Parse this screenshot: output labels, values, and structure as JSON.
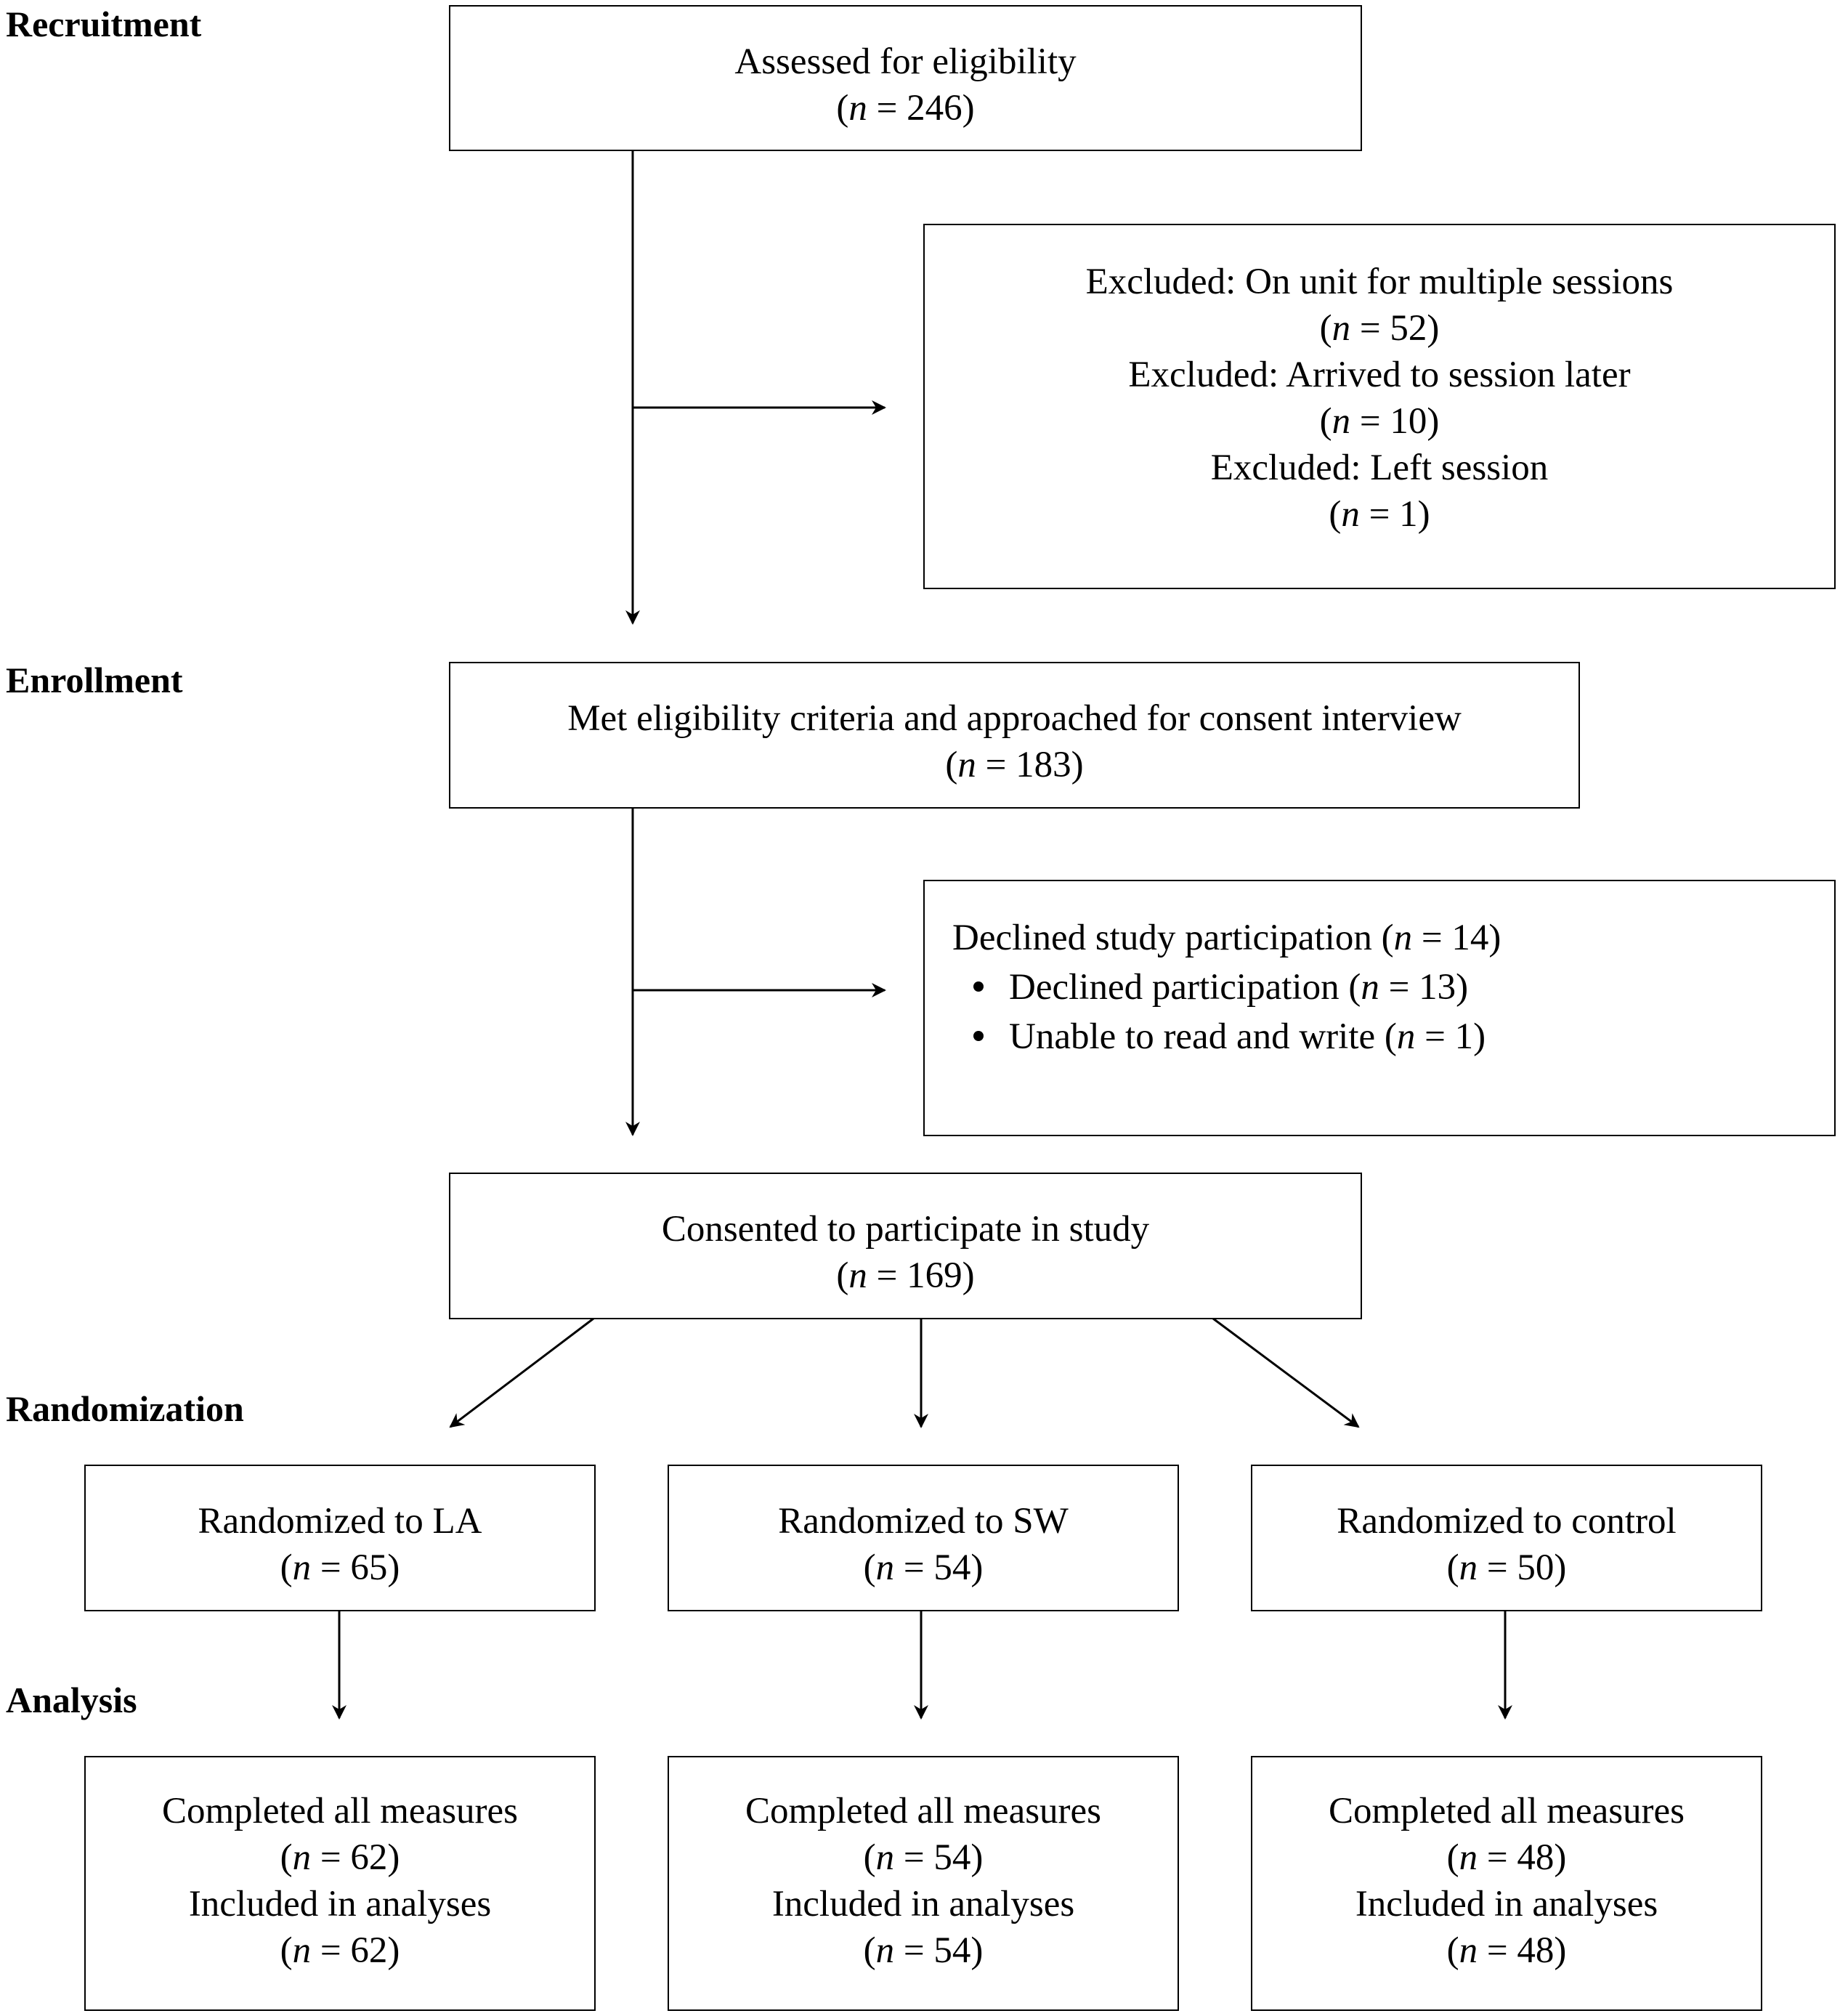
{
  "stages": {
    "recruitment": "Recruitment",
    "enrollment": "Enrollment",
    "randomization": "Randomization",
    "analysis": "Analysis"
  },
  "assessed": {
    "title": "Assessed for eligibility",
    "n_prefix": "(",
    "n_var": "n",
    "n_value": " = 246)"
  },
  "excluded": {
    "items": [
      {
        "label": "Excluded: On unit for multiple sessions",
        "n_prefix": "(",
        "n_var": "n",
        "n_value": " = 52)"
      },
      {
        "label": "Excluded: Arrived to session later",
        "n_prefix": "(",
        "n_var": "n",
        "n_value": " = 10)"
      },
      {
        "label": "Excluded: Left session",
        "n_prefix": "(",
        "n_var": "n",
        "n_value": " = 1)"
      }
    ]
  },
  "met": {
    "title": "Met eligibility criteria and approached for consent interview",
    "n_prefix": "(",
    "n_var": "n",
    "n_value": " = 183)"
  },
  "declined": {
    "heading": "Declined study participation (",
    "heading_var": "n",
    "heading_value": " = 14)",
    "bullets": [
      {
        "label": "Declined participation (",
        "n_var": "n",
        "n_value": " = 13)"
      },
      {
        "label": "Unable to read and write (",
        "n_var": "n",
        "n_value": " = 1)"
      }
    ]
  },
  "consented": {
    "title": "Consented to participate in study",
    "n_prefix": "(",
    "n_var": "n",
    "n_value": " = 169)"
  },
  "arms": [
    {
      "randomized": "Randomized to LA",
      "rand_n_prefix": "(",
      "rand_n_var": "n",
      "rand_n_value": " = 65)",
      "completed": "Completed all measures",
      "comp_n_prefix": "(",
      "comp_n_var": "n",
      "comp_n_value": " = 62)",
      "included": "Included in analyses",
      "incl_n_prefix": "(",
      "incl_n_var": "n",
      "incl_n_value": " = 62)"
    },
    {
      "randomized": "Randomized to SW",
      "rand_n_prefix": "(",
      "rand_n_var": "n",
      "rand_n_value": " = 54)",
      "completed": "Completed all measures",
      "comp_n_prefix": "(",
      "comp_n_var": "n",
      "comp_n_value": " = 54)",
      "included": "Included in analyses",
      "incl_n_prefix": "(",
      "incl_n_var": "n",
      "incl_n_value": " = 54)"
    },
    {
      "randomized": "Randomized to control",
      "rand_n_prefix": "(",
      "rand_n_var": "n",
      "rand_n_value": " = 50)",
      "completed": "Completed all measures",
      "comp_n_prefix": "(",
      "comp_n_var": "n",
      "comp_n_value": " = 48)",
      "included": "Included in analyses",
      "incl_n_prefix": "(",
      "incl_n_var": "n",
      "incl_n_value": " = 48)"
    }
  ]
}
